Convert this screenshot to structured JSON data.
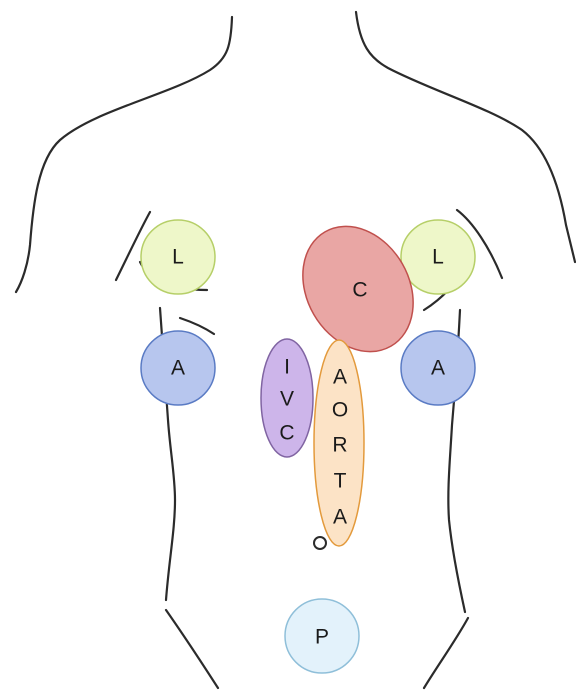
{
  "zones": [
    {
      "id": "lung-right",
      "label": "L",
      "fill": "#eef7c9",
      "stroke": "#b6cf68"
    },
    {
      "id": "lung-left",
      "label": "L",
      "fill": "#eef7c9",
      "stroke": "#b6cf68"
    },
    {
      "id": "cardiac",
      "label": "C",
      "fill": "#e9a6a4",
      "stroke": "#c0504d"
    },
    {
      "id": "ivc",
      "letters": [
        "I",
        "V",
        "C"
      ],
      "fill": "#cdb5ea",
      "stroke": "#8064a2"
    },
    {
      "id": "aorta",
      "letters": [
        "A",
        "O",
        "R",
        "T",
        "A"
      ],
      "fill": "#fce3c6",
      "stroke": "#e39a3c"
    },
    {
      "id": "abdominal-right",
      "label": "A",
      "fill": "#b7c6ee",
      "stroke": "#5a7bc4"
    },
    {
      "id": "abdominal-left",
      "label": "A",
      "fill": "#b7c6ee",
      "stroke": "#5a7bc4"
    },
    {
      "id": "pelvic",
      "label": "P",
      "fill": "#e3f2fb",
      "stroke": "#8fbfd9"
    }
  ],
  "colors": {
    "outline": "#2b2b2b",
    "background": "#ffffff"
  }
}
